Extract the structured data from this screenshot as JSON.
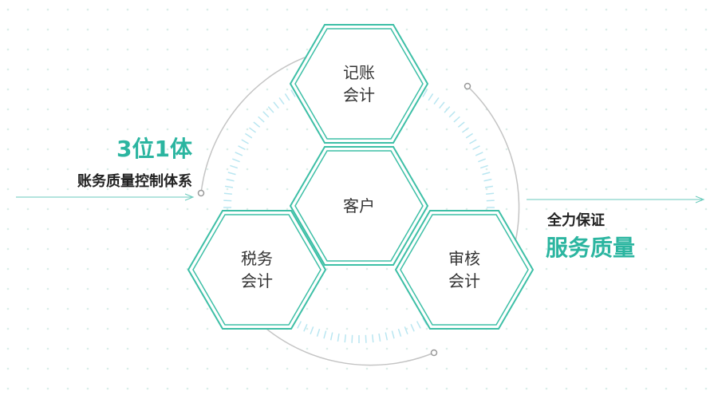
{
  "colors": {
    "accent": "#2bb5a0",
    "hex_stroke": "#3dbfa6",
    "ticks": "#b9e6f1",
    "arc": "#c4c4c4",
    "text": "#333333",
    "dots": "#d9eee9"
  },
  "left_text": {
    "highlight": "3位1体",
    "subtitle": "账务质量控制体系"
  },
  "right_text": {
    "line1": "全力保证",
    "highlight": "服务质量"
  },
  "hexagons": {
    "top": {
      "line1": "记账",
      "line2": "会计"
    },
    "center": {
      "line1": "客户"
    },
    "left": {
      "line1": "税务",
      "line2": "会计"
    },
    "right": {
      "line1": "审核",
      "line2": "会计"
    }
  }
}
